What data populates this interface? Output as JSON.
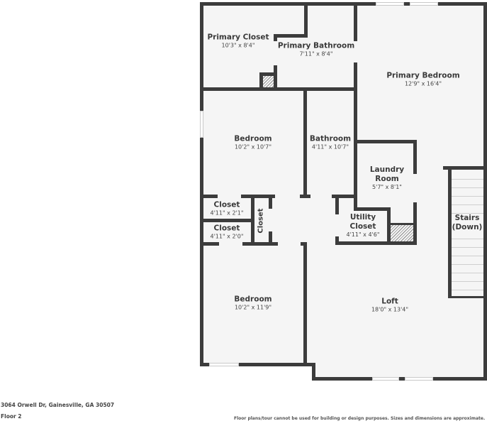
{
  "floorplan": {
    "address": "3064 Orwell Dr, Gainesville, GA 30507",
    "floor": "Floor 2",
    "disclaimer": "Floor plans/tour cannot be used for building or design purposes. Sizes and dimensions are approximate.",
    "colors": {
      "wall": "#3c3c3c",
      "floor": "#f5f5f5",
      "text": "#3a3a3a"
    },
    "rooms": [
      {
        "name": "Primary Closet",
        "dimensions": "10'3\" x 8'4\""
      },
      {
        "name": "Primary Bathroom",
        "dimensions": "7'11\" x 8'4\""
      },
      {
        "name": "Primary Bedroom",
        "dimensions": "12'9\" x 16'4\""
      },
      {
        "name": "Bedroom",
        "dimensions": "10'2\" x 10'7\""
      },
      {
        "name": "Bathroom",
        "dimensions": "4'11\" x 10'7\""
      },
      {
        "name": "Laundry Room",
        "dimensions": "5'7\" x 8'1\""
      },
      {
        "name": "Closet",
        "dimensions": "4'11\" x 2'1\""
      },
      {
        "name": "Closet",
        "dimensions": "4'11\" x 2'0\""
      },
      {
        "name": "Closet",
        "dimensions": ""
      },
      {
        "name": "Utility Closet",
        "dimensions": "4'11\" x 4'6\""
      },
      {
        "name": "Stairs (Down)",
        "dimensions": ""
      },
      {
        "name": "Bedroom",
        "dimensions": "10'2\" x 11'9\""
      },
      {
        "name": "Loft",
        "dimensions": "18'0\" x 13'4\""
      }
    ]
  }
}
